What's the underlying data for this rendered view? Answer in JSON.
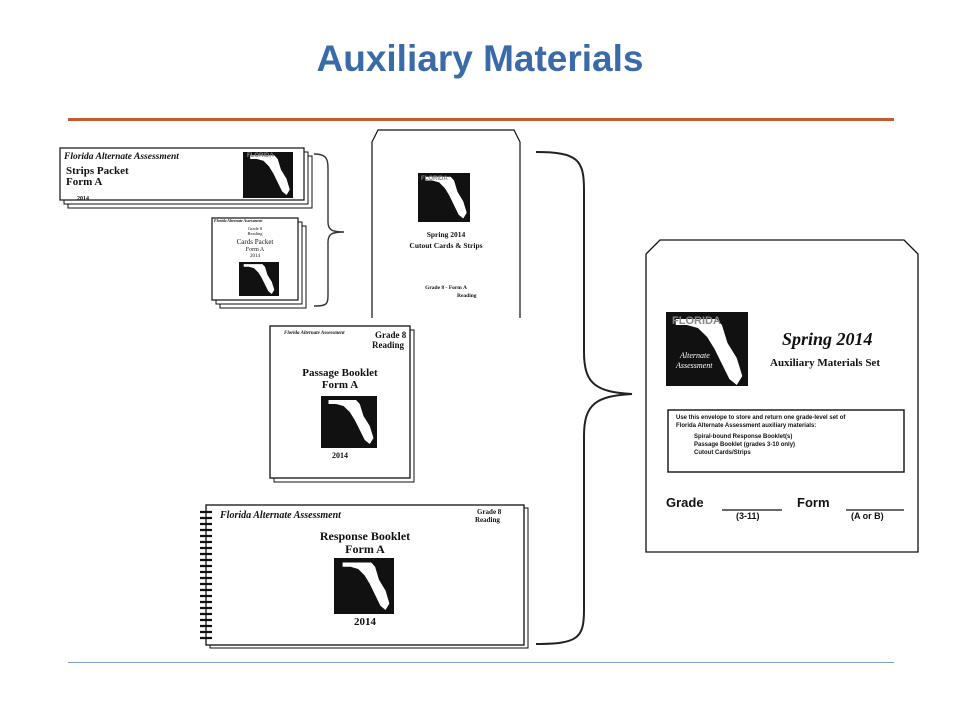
{
  "title": "Auxiliary Materials",
  "colors": {
    "title": "#3a6aa8",
    "rule_top": "#c8582f",
    "rule_bottom": "#7f9cc1",
    "ink": "#111111"
  },
  "logo": {
    "text_top": "FLORIDA",
    "text_line1": "Alternate",
    "text_line2": "Assessment",
    "icon": "florida-map-icon"
  },
  "strips_packet": {
    "header": "Florida Alternate Assessment",
    "line1": "Strips Packet",
    "line2": "Form A",
    "year": "2014"
  },
  "cards_packet": {
    "header": "Florida Alternate Assessment",
    "grade": "Grade 8",
    "subject": "Reading",
    "line1": "Cards Packet",
    "line2": "Form A",
    "year": "2014"
  },
  "cutout_envelope": {
    "line1": "Spring 2014",
    "line2": "Cutout Cards & Strips",
    "grade_form": "Grade 8 - Form A",
    "subject": "Reading"
  },
  "passage_booklet": {
    "header": "Florida Alternate Assessment",
    "grade": "Grade 8",
    "subject": "Reading",
    "line1": "Passage Booklet",
    "line2": "Form A",
    "year": "2014"
  },
  "response_booklet": {
    "header": "Florida Alternate Assessment",
    "grade": "Grade 8",
    "subject": "Reading",
    "line1": "Response Booklet",
    "line2": "Form A",
    "year": "2014"
  },
  "aux_envelope": {
    "title": "Spring 2014",
    "subtitle": "Auxiliary Materials Set",
    "instructions_line1": "Use this envelope to store and return one grade-level set of",
    "instructions_line2": "Florida Alternate Assessment auxiliary materials:",
    "items": [
      "Spiral-bound Response Booklet(s)",
      "Passage Booklet (grades 3-10 only)",
      "Cutout Cards/Strips"
    ],
    "grade_label": "Grade",
    "grade_hint": "(3-11)",
    "form_label": "Form",
    "form_hint": "(A or B)"
  }
}
